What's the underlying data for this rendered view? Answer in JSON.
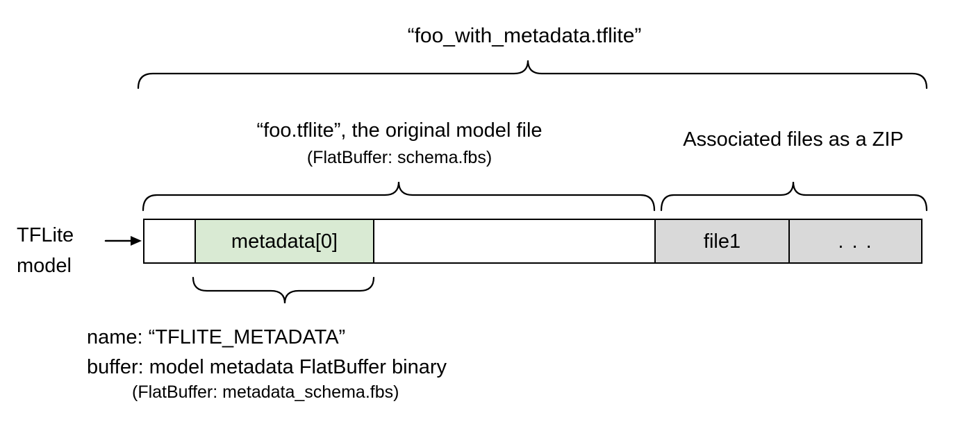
{
  "title": "“foo_with_metadata.tflite”",
  "left_label": {
    "line1": "TFLite",
    "line2": "model"
  },
  "original_model": {
    "heading": "“foo.tflite”, the original model file",
    "subheading": "(FlatBuffer: schema.fbs)"
  },
  "associated_files": {
    "heading": "Associated files as a ZIP"
  },
  "bar": {
    "segments": [
      {
        "name": "leading-space",
        "label": ""
      },
      {
        "name": "metadata-0",
        "label": "metadata[0]"
      },
      {
        "name": "model-body",
        "label": ""
      },
      {
        "name": "file1",
        "label": "file1"
      },
      {
        "name": "more-files",
        "label": ". . ."
      }
    ]
  },
  "metadata_annotation": {
    "line1": "name: “TFLITE_METADATA”",
    "line2": "buffer: model metadata FlatBuffer binary",
    "line3": "(FlatBuffer: metadata_schema.fbs)"
  },
  "colors": {
    "metadata_fill": "#d9ead3",
    "associated_fill": "#d9d9d9",
    "stroke": "#000000",
    "background": "#ffffff"
  }
}
